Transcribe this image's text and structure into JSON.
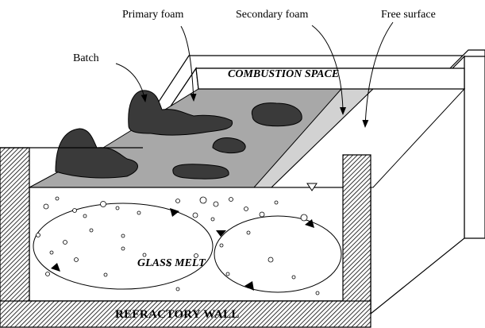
{
  "labels": {
    "primary_foam": "Primary foam",
    "secondary_foam": "Secondary foam",
    "free_surface": "Free surface",
    "batch": "Batch",
    "combustion_space": "COMBUSTION SPACE",
    "glass_melt": "GLASS MELT",
    "refractory_wall": "REFRACTORY WALL"
  },
  "colors": {
    "wall_hatch": "#000000",
    "batch_fill": "#3a3a3a",
    "primary_foam_fill": "#a8a8a8",
    "secondary_foam_fill": "#d2d2d2",
    "melt_fill": "#ffffff",
    "outline": "#000000"
  },
  "icons": [
    "free-surface-marker-icon",
    "flow-arrow-icon"
  ]
}
